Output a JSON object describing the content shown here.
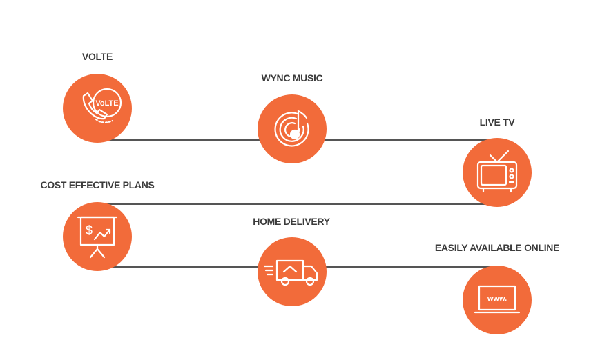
{
  "colors": {
    "accent": "#f26b3a",
    "line": "#555555",
    "label": "#3b3b3b",
    "icon": "#ffffff"
  },
  "features": [
    {
      "label": "VOLTE",
      "icon": "volte-phone-icon",
      "badge": "VoLTE"
    },
    {
      "label": "WYNC MUSIC",
      "icon": "music-disc-icon"
    },
    {
      "label": "LIVE TV",
      "icon": "tv-icon"
    },
    {
      "label": "COST EFFECTIVE PLANS",
      "icon": "presentation-chart-icon",
      "badge": "$"
    },
    {
      "label": "HOME DELIVERY",
      "icon": "delivery-truck-icon"
    },
    {
      "label": "EASILY AVAILABLE ONLINE",
      "icon": "www-laptop-icon",
      "badge": "www."
    }
  ]
}
